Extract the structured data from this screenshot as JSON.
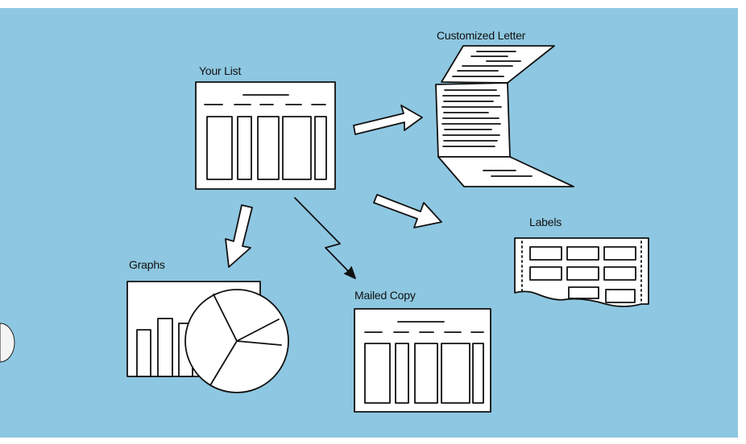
{
  "colors": {
    "background": "#8ec7e1",
    "paper": "#ffffff",
    "ink": "#111111"
  },
  "labels": {
    "your_list": "Your List",
    "customized_letter": "Customized Letter",
    "labels": "Labels",
    "graphs": "Graphs",
    "mailed_copy": "Mailed Copy"
  },
  "icons": {
    "source": "list-table-icon",
    "letter": "folded-letter-icon",
    "labels": "label-sheet-icon",
    "graphs": "bar-pie-chart-icon",
    "mail": "document-icon"
  }
}
